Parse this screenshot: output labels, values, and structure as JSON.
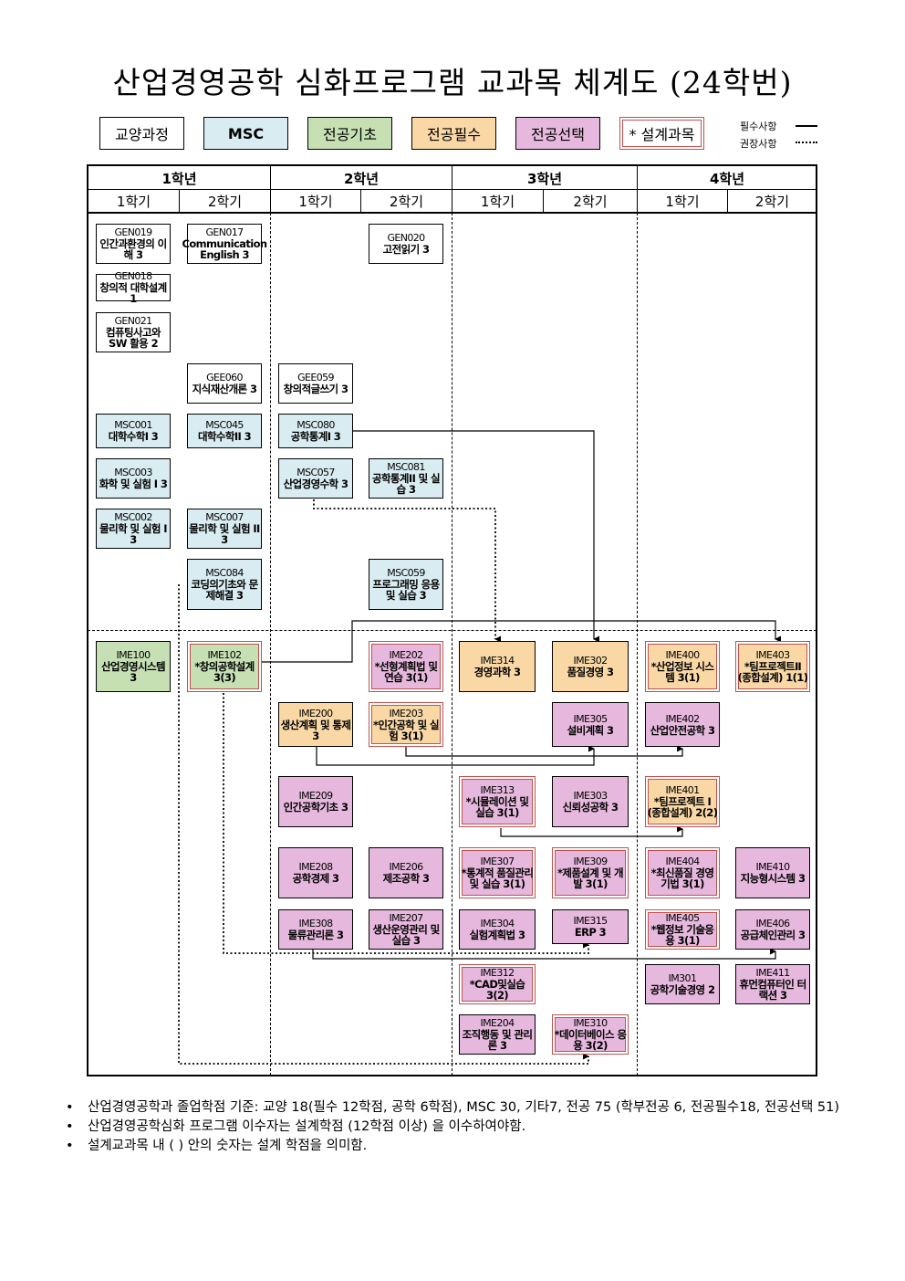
{
  "title": "산업경영공학 심화프로그램 교과목 체계도 (24학번)",
  "legend": {
    "items": [
      "교양과정",
      "MSC",
      "전공기초",
      "전공필수",
      "전공선택",
      "* 설계과목"
    ],
    "required_label": "필수사항",
    "recommended_label": "권장사항"
  },
  "colors": {
    "general": "#ffffff",
    "msc": "#d9ecf1",
    "major_basic": "#c6e0b4",
    "major_required": "#f9d8a6",
    "major_elective": "#e6b8dd",
    "design_border": "#c0504d"
  },
  "years": [
    "1학년",
    "2학년",
    "3학년",
    "4학년"
  ],
  "semesters": [
    "1학기",
    "2학기",
    "1학기",
    "2학기",
    "1학기",
    "2학기",
    "1학기",
    "2학기"
  ],
  "courses": {
    "GEN019": {
      "code": "GEN019",
      "name": "인간과환경의 이해 3"
    },
    "GEN017": {
      "code": "GEN017",
      "name": "Communication English 3"
    },
    "GEN020": {
      "code": "GEN020",
      "name": "고전읽기 3"
    },
    "GEN018": {
      "code": "GEN018",
      "name": "창의적 대학설계 1"
    },
    "GEN021": {
      "code": "GEN021",
      "name": "컴퓨팅사고와 SW 활용 2"
    },
    "GEE060": {
      "code": "GEE060",
      "name": "지식재산개론 3"
    },
    "GEE059": {
      "code": "GEE059",
      "name": "창의적글쓰기 3"
    },
    "MSC001": {
      "code": "MSC001",
      "name": "대학수학I 3"
    },
    "MSC045": {
      "code": "MSC045",
      "name": "대학수학II 3"
    },
    "MSC080": {
      "code": "MSC080",
      "name": "공학통계I 3"
    },
    "MSC003": {
      "code": "MSC003",
      "name": "화학 및 실험 I 3"
    },
    "MSC057": {
      "code": "MSC057",
      "name": "산업경영수학 3"
    },
    "MSC081": {
      "code": "MSC081",
      "name": "공학통계II 및 실습 3"
    },
    "MSC002": {
      "code": "MSC002",
      "name": "물리학 및 실험 I 3"
    },
    "MSC007": {
      "code": "MSC007",
      "name": "물리학 및 실험 II 3"
    },
    "MSC084": {
      "code": "MSC084",
      "name": "코딩의기초와 문제해결 3"
    },
    "MSC059": {
      "code": "MSC059",
      "name": "프로그래밍 응용 및 실습 3"
    },
    "IME100": {
      "code": "IME100",
      "name": "산업경영시스템 3"
    },
    "IME102": {
      "code": "IME102",
      "name": "*창의공학설계 3(3)"
    },
    "IME202": {
      "code": "IME202",
      "name": "*선형계획법 및 연습 3(1)"
    },
    "IME314": {
      "code": "IME314",
      "name": "경영과학 3"
    },
    "IME302": {
      "code": "IME302",
      "name": "품질경영 3"
    },
    "IME400": {
      "code": "IME400",
      "name": "*산업정보 시스템 3(1)"
    },
    "IME403": {
      "code": "IME403",
      "name": "*팀프로젝트Ⅱ (종합설계) 1(1)"
    },
    "IME200": {
      "code": "IME200",
      "name": "생산계획 및 통제 3"
    },
    "IME203": {
      "code": "IME203",
      "name": "*인간공학 및 실험 3(1)"
    },
    "IME305": {
      "code": "IME305",
      "name": "설비계획 3"
    },
    "IME402": {
      "code": "IME402",
      "name": "산업안전공학 3"
    },
    "IME209": {
      "code": "IME209",
      "name": "인간공학기초 3"
    },
    "IME313": {
      "code": "IME313",
      "name": "*시뮬레이션 및 실습 3(1)"
    },
    "IME303": {
      "code": "IME303",
      "name": "신뢰성공학 3"
    },
    "IME401": {
      "code": "IME401",
      "name": "*팀프로젝트 I (종합설계) 2(2)"
    },
    "IME208": {
      "code": "IME208",
      "name": "공학경제 3"
    },
    "IME206": {
      "code": "IME206",
      "name": "제조공학 3"
    },
    "IME307": {
      "code": "IME307",
      "name": "*통계적 품질관리 및 실습 3(1)"
    },
    "IME309": {
      "code": "IME309",
      "name": "*제품설계 및 개발 3(1)"
    },
    "IME404": {
      "code": "IME404",
      "name": "*최신품질 경영기법 3(1)"
    },
    "IME410": {
      "code": "IME410",
      "name": "지능형시스템 3"
    },
    "IME308": {
      "code": "IME308",
      "name": "물류관리론 3"
    },
    "IME207": {
      "code": "IME207",
      "name": "생산운영관리 및실습 3"
    },
    "IME304": {
      "code": "IME304",
      "name": "실험계획법 3"
    },
    "IME315": {
      "code": "IME315",
      "name": "ERP 3"
    },
    "IME405": {
      "code": "IME405",
      "name": "*웹정보 기술응용 3(1)"
    },
    "IME406": {
      "code": "IME406",
      "name": "공급체인관리 3"
    },
    "IME312": {
      "code": "IME312",
      "name": "*CAD및실습 3(2)"
    },
    "IM301": {
      "code": "IM301",
      "name": "공학기술경영 2"
    },
    "IME411": {
      "code": "IME411",
      "name": "휴먼컴퓨터인 터랙션 3"
    },
    "IME204": {
      "code": "IME204",
      "name": "조직행동 및 관리론 3"
    },
    "IME310": {
      "code": "IME310",
      "name": "*데이터베이스 응용 3(2)"
    }
  },
  "notes": [
    "산업경영공학과 졸업학점 기준: 교양 18(필수 12학점, 공학 6학점), MSC 30, 기타7, 전공 75 (학부전공 6, 전공필수18, 전공선택 51)",
    "산업경영공학심화 프로그램 이수자는 설계학점 (12학점 이상) 을 이수하여야함.",
    "설계교과목 내 ( ) 안의 숫자는 설계 학점을 의미함."
  ]
}
